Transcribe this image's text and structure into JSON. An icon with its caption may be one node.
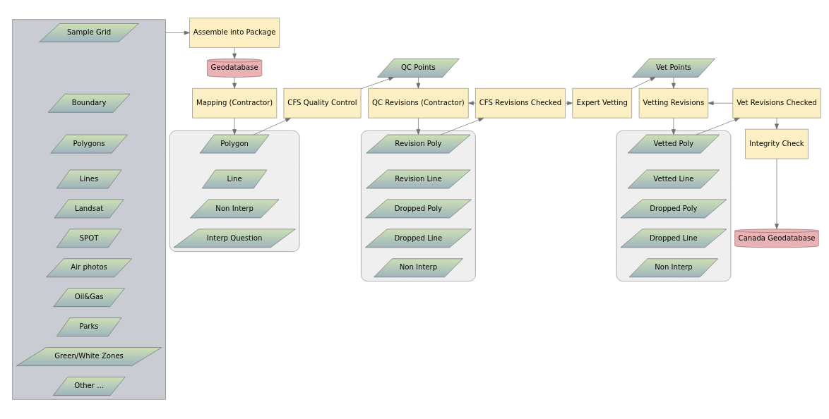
{
  "diagram": {
    "nodes": [
      {
        "text": [],
        "shape": "box"
      },
      {
        "text": [
          "Sample Grid"
        ],
        "in": 0
      },
      {
        "text": [
          "Boundary"
        ],
        "in": 0
      },
      {
        "text": [
          "Polygons"
        ],
        "in": 0
      },
      {
        "text": [
          "Lines"
        ],
        "in": 0
      },
      {
        "text": [
          "Landsat"
        ],
        "in": 0
      },
      {
        "text": [
          "SPOT"
        ],
        "in": 0
      },
      {
        "text": [
          "Air photos"
        ],
        "in": 0
      },
      {
        "text": [
          "Oil&Gas"
        ],
        "in": 0
      },
      {
        "text": [
          "Parks"
        ],
        "in": 0
      },
      {
        "text": [
          "Green/White Zones"
        ],
        "in": 0
      },
      {
        "text": [
          "Other ..."
        ],
        "in": 0
      },
      {
        "text": [
          "Assemble into Package"
        ]
      },
      {
        "text": [
          "Geodatabase"
        ]
      },
      {
        "text": [
          "Mapping (Contractor)"
        ]
      },
      {
        "text": [
          "CFS Quality Control"
        ]
      },
      {
        "text": [
          "QC Points"
        ]
      },
      {
        "text": [
          "QC Revisions (Contractor)"
        ]
      },
      {
        "text": [
          "CFS Revisions Checked"
        ]
      },
      {
        "text": [
          "Expert Vetting"
        ]
      },
      {
        "text": [
          "Vet Points"
        ]
      },
      {
        "text": [
          "Vetting Revisions"
        ]
      },
      {
        "text": [
          "Vet Revisions Checked"
        ]
      },
      {
        "text": [
          "Integrity Check"
        ]
      },
      {
        "text": [
          "Canada Geodatabase"
        ]
      },
      {
        "text": [],
        "shape": "cylinder"
      },
      {
        "text": [
          "Polygon"
        ],
        "in": 25
      },
      {
        "text": [
          "Line"
        ],
        "in": 25
      },
      {
        "text": [
          "Non Interp"
        ],
        "in": 25
      },
      {
        "text": [
          "Interp Question"
        ],
        "in": 25
      },
      {
        "text": [],
        "shape": "cylinder"
      },
      {
        "text": [
          "Revision Poly"
        ],
        "in": 30
      },
      {
        "text": [
          "Revision Line"
        ],
        "in": 30
      },
      {
        "text": [
          "Dropped Poly"
        ],
        "in": 30
      },
      {
        "text": [
          "Dropped Line"
        ],
        "in": 30
      },
      {
        "text": [
          "Non Interp"
        ],
        "in": 30
      },
      {
        "text": [],
        "shape": "cylinder"
      },
      {
        "text": [
          "Vetted Poly"
        ],
        "in": 36
      },
      {
        "text": [
          "Vetted Line"
        ],
        "in": 36
      },
      {
        "text": [
          "Dropped Poly"
        ],
        "in": 36
      },
      {
        "text": [
          "Dropped Line"
        ],
        "in": 36
      },
      {
        "text": [
          "Non Interp"
        ],
        "in": 36
      }
    ],
    "edges": [
      {
        "from": 0,
        "to": 12,
        "arrow": "to"
      },
      {
        "from": 12,
        "to": 13,
        "arrow": "to"
      },
      {
        "from": 13,
        "to": 14,
        "arrow": "to"
      },
      {
        "from": 14,
        "to": 26,
        "arrow": "to"
      },
      {
        "from": 26,
        "to": 15,
        "arrow": "to"
      },
      {
        "from": 15,
        "to": 16,
        "arrow": "to"
      },
      {
        "from": 16,
        "to": 17,
        "arrow": "to"
      },
      {
        "from": 18,
        "to": 17,
        "arrow": "to"
      },
      {
        "from": 17,
        "to": 31,
        "arrow": "to"
      },
      {
        "from": 31,
        "to": 18,
        "arrow": "to"
      },
      {
        "from": 18,
        "to": 19,
        "arrow": "to"
      },
      {
        "from": 19,
        "to": 20,
        "arrow": "to"
      },
      {
        "from": 20,
        "to": 21,
        "arrow": "to"
      },
      {
        "from": 22,
        "to": 21,
        "arrow": "to"
      },
      {
        "from": 21,
        "to": 37,
        "arrow": "to"
      },
      {
        "from": 37,
        "to": 22,
        "arrow": "to"
      },
      {
        "from": 22,
        "to": 23,
        "arrow": "to"
      },
      {
        "from": 23,
        "to": 24,
        "arrow": "to"
      }
    ]
  }
}
